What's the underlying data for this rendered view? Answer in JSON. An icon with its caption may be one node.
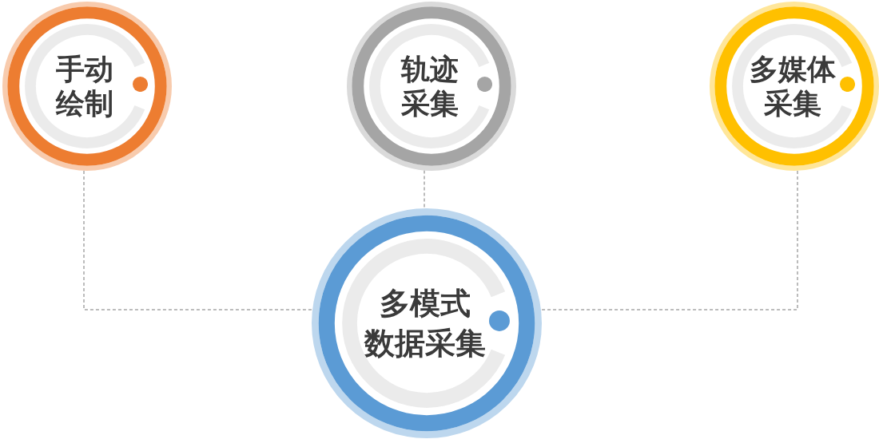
{
  "diagram": {
    "nodes": [
      {
        "text": [
          "手动绘制"
        ]
      },
      {
        "text": [
          "轨迹采集"
        ]
      },
      {
        "text": [
          "多媒体采集"
        ]
      },
      {
        "text": [
          "多模式数据采集"
        ]
      }
    ],
    "edges": [
      {
        "from": 0,
        "to": 3,
        "arrow": "none",
        "style": "dashed"
      },
      {
        "from": 1,
        "to": 3,
        "arrow": "none",
        "style": "dashed"
      },
      {
        "from": 2,
        "to": 3,
        "arrow": "none",
        "style": "dashed"
      }
    ]
  }
}
